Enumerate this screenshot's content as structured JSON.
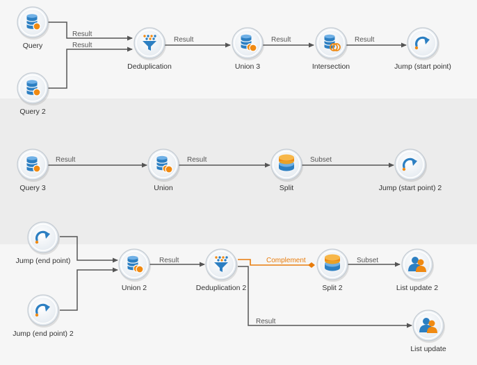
{
  "colors": {
    "accent_blue": "#2c7fc2",
    "accent_orange": "#f08a12",
    "edge": "#555555",
    "edge_highlight": "#e87c0b"
  },
  "nodes": [
    {
      "id": "query",
      "label": "Query",
      "icon": "database-query-icon"
    },
    {
      "id": "query2",
      "label": "Query 2",
      "icon": "database-icon"
    },
    {
      "id": "dedup",
      "label": "Deduplication",
      "icon": "funnel-icon"
    },
    {
      "id": "union3",
      "label": "Union 3",
      "icon": "database-union-icon"
    },
    {
      "id": "intersection",
      "label": "Intersection",
      "icon": "database-intersection-icon"
    },
    {
      "id": "jumpstart",
      "label": "Jump (start point)",
      "icon": "jump-arrow-icon"
    },
    {
      "id": "query3",
      "label": "Query 3",
      "icon": "database-query-icon"
    },
    {
      "id": "union",
      "label": "Union",
      "icon": "database-union-icon"
    },
    {
      "id": "split",
      "label": "Split",
      "icon": "split-stack-icon"
    },
    {
      "id": "jumpstart2",
      "label": "Jump (start point) 2",
      "icon": "jump-arrow-icon"
    },
    {
      "id": "jumpend",
      "label": "Jump (end point)",
      "icon": "jump-arrow-icon"
    },
    {
      "id": "jumpend2",
      "label": "Jump (end point) 2",
      "icon": "jump-arrow-icon"
    },
    {
      "id": "union2",
      "label": "Union 2",
      "icon": "database-union-icon"
    },
    {
      "id": "dedup2",
      "label": "Deduplication 2",
      "icon": "funnel-icon"
    },
    {
      "id": "split2",
      "label": "Split 2",
      "icon": "split-stack-icon"
    },
    {
      "id": "listupdate2",
      "label": "List update 2",
      "icon": "users-icon"
    },
    {
      "id": "listupdate",
      "label": "List update",
      "icon": "users-icon"
    }
  ],
  "edges": [
    {
      "from": "query",
      "to": "dedup",
      "label": "Result"
    },
    {
      "from": "query2",
      "to": "dedup",
      "label": "Result"
    },
    {
      "from": "dedup",
      "to": "union3",
      "label": "Result"
    },
    {
      "from": "union3",
      "to": "intersection",
      "label": "Result"
    },
    {
      "from": "intersection",
      "to": "jumpstart",
      "label": "Result"
    },
    {
      "from": "query3",
      "to": "union",
      "label": "Result"
    },
    {
      "from": "union",
      "to": "split",
      "label": "Result"
    },
    {
      "from": "split",
      "to": "jumpstart2",
      "label": "Subset"
    },
    {
      "from": "jumpend",
      "to": "union2",
      "label": ""
    },
    {
      "from": "jumpend2",
      "to": "union2",
      "label": ""
    },
    {
      "from": "union2",
      "to": "dedup2",
      "label": "Result"
    },
    {
      "from": "dedup2",
      "to": "split2",
      "label": "Complement",
      "highlight": true
    },
    {
      "from": "split2",
      "to": "listupdate2",
      "label": "Subset"
    },
    {
      "from": "dedup2",
      "to": "listupdate",
      "label": "Result"
    }
  ]
}
